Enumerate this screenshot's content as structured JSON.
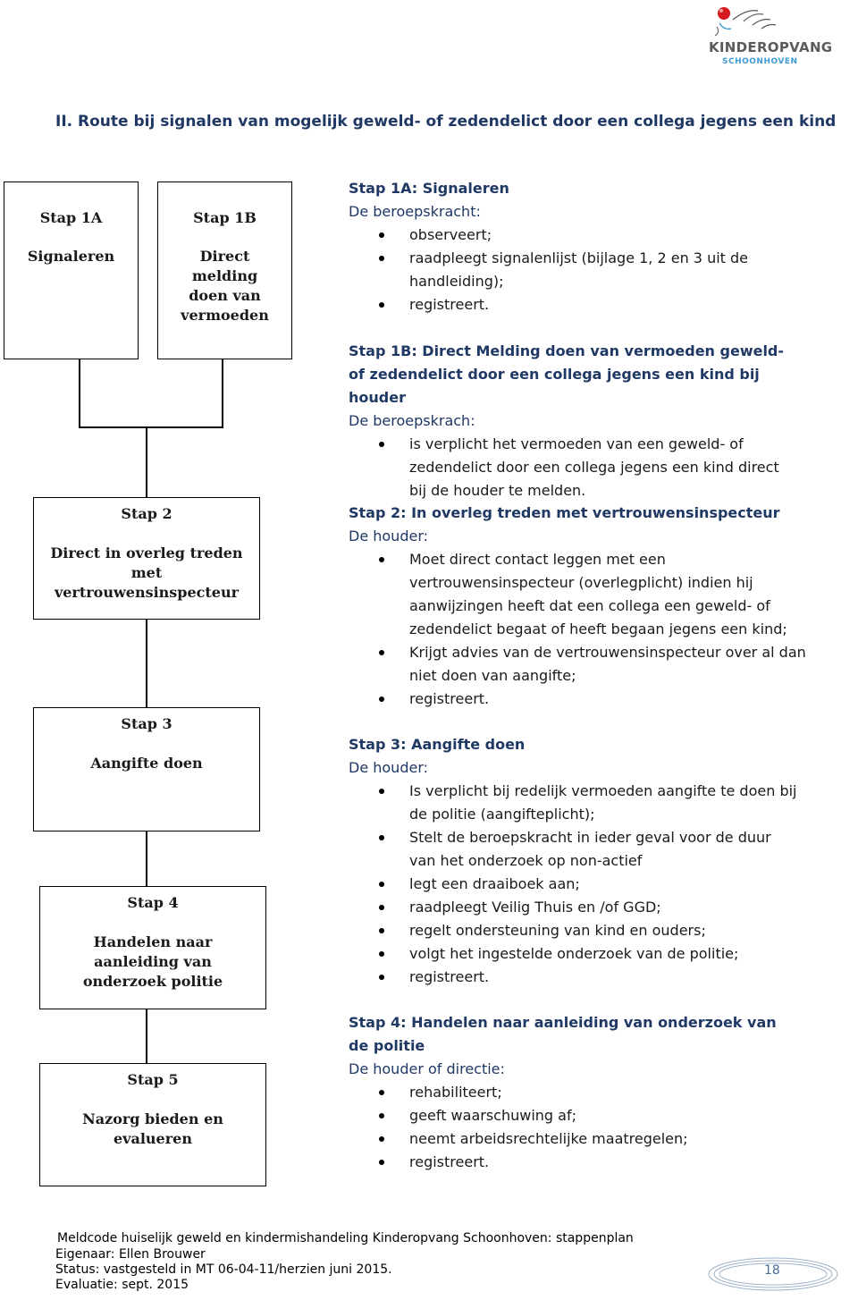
{
  "logo": {
    "name": "KINDEROPVANG",
    "sub": "SCHOONHOVEN"
  },
  "heading": "II.  Route bij signalen van mogelijk geweld- of zedendelict door een collega  jegens een kind",
  "boxes": {
    "stap1a": {
      "title": "Stap 1A",
      "body": "Signaleren"
    },
    "stap1b": {
      "title": "Stap 1B",
      "body": "Direct melding doen van vermoeden"
    },
    "stap2": {
      "title": "Stap 2",
      "body": "Direct in overleg treden met vertrouwensinspecteur"
    },
    "stap3": {
      "title": "Stap 3",
      "body": "Aangifte doen"
    },
    "stap4": {
      "title": "Stap 4",
      "body": "Handelen naar aanleiding van onderzoek politie"
    },
    "stap5": {
      "title": "Stap 5",
      "body": "Nazorg bieden en evalueren"
    }
  },
  "sections": {
    "s1a": {
      "heading": "Stap 1A: Signaleren",
      "label": "De beroepskracht:",
      "items": [
        "observeert;",
        "raadpleegt signalenlijst (bijlage 1, 2 en 3 uit de handleiding);",
        "registreert."
      ]
    },
    "s1b": {
      "heading": "Stap 1B: Direct Melding doen van vermoeden geweld- of zedendelict door een collega  jegens een kind bij houder",
      "label": "De beroepskrach:",
      "items": [
        "is verplicht het vermoeden van een geweld- of zedendelict door een collega jegens een kind direct bij de houder te melden."
      ]
    },
    "s2": {
      "heading": "Stap 2: In overleg treden met vertrouwensinspecteur",
      "label": "De houder:",
      "items": [
        "Moet direct contact leggen met een vertrouwensinspecteur (overlegplicht) indien hij aanwijzingen heeft dat een collega een geweld- of zedendelict begaat of heeft begaan jegens een kind;",
        "Krijgt advies van de vertrouwensinspecteur over al dan niet doen van aangifte;",
        "registreert."
      ]
    },
    "s3": {
      "heading": "Stap 3: Aangifte doen",
      "label": "De houder:",
      "items": [
        "Is verplicht bij redelijk vermoeden aangifte te doen bij de politie (aangifteplicht);",
        "Stelt de beroepskracht in ieder geval voor de duur van het onderzoek op non-actief",
        "legt een draaiboek aan;",
        "raadpleegt Veilig Thuis en /of GGD;",
        "regelt ondersteuning van kind en ouders;",
        "volgt het ingestelde onderzoek van de politie;",
        "registreert."
      ]
    },
    "s4": {
      "heading": "Stap 4: Handelen naar aanleiding van onderzoek van de politie",
      "label": "De houder of directie:",
      "items": [
        "rehabiliteert;",
        "geeft waarschuwing af;",
        "neemt arbeidsrechtelijke maatregelen;",
        "registreert."
      ]
    }
  },
  "footer": {
    "line1": "Meldcode huiselijk geweld en kindermishandeling Kinderopvang Schoonhoven: stappenplan",
    "line2": "Eigenaar: Ellen Brouwer",
    "line3": "Status: vastgesteld in MT 06-04-11/herzien juni 2015.",
    "line4": "Evaluatie: sept. 2015",
    "page": "18"
  }
}
